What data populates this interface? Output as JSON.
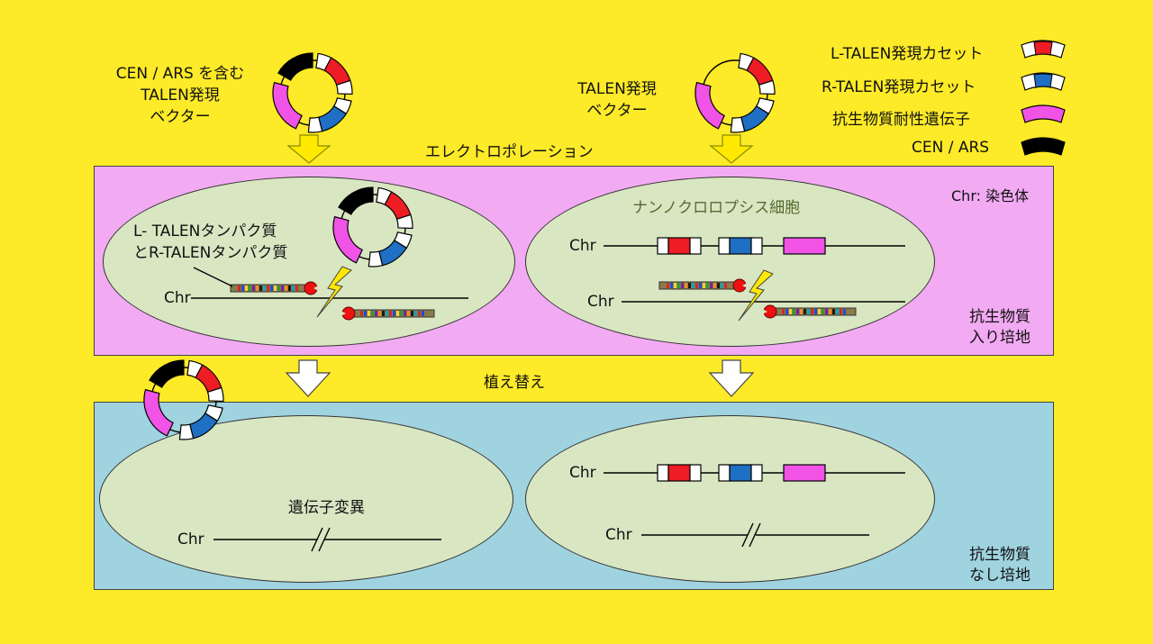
{
  "colors": {
    "background": "#fdea28",
    "selection_panel": "#f2aaf2",
    "nonselection_panel": "#9fd3df",
    "cell": "#d9e6c2",
    "l_talen": "#ee1c25",
    "r_talen": "#1f6fc4",
    "antibiotic_resistance": "#f053e6",
    "cen_ars": "#000000",
    "arrow": "#ffe900"
  },
  "left_vector_label": [
    "CEN / ARS を含む",
    "TALEN発現",
    "ベクター"
  ],
  "right_vector_label": [
    "TALEN発現",
    "ベクター"
  ],
  "legend": [
    {
      "label": "L-TALEN発現カセット",
      "icon": "red-cassette-icon"
    },
    {
      "label": "R-TALEN発現カセット",
      "icon": "blue-cassette-icon"
    },
    {
      "label": "抗生物質耐性遺伝子",
      "icon": "magenta-arc-icon"
    },
    {
      "label": "CEN / ARS",
      "icon": "black-arc-icon"
    }
  ],
  "electroporation": "エレクトロポレーション",
  "chr_note": "Chr: 染色体",
  "cell_name": "ナンノクロロプシス細胞",
  "protein_label": [
    "L- TALENタンパク質",
    "とR-TALENタンパク質"
  ],
  "chr": "Chr",
  "top_medium": [
    "抗生物質",
    "入り培地"
  ],
  "transplant": "植え替え",
  "mutation": "遺伝子変異",
  "bottom_medium": [
    "抗生物質",
    "なし培地"
  ]
}
